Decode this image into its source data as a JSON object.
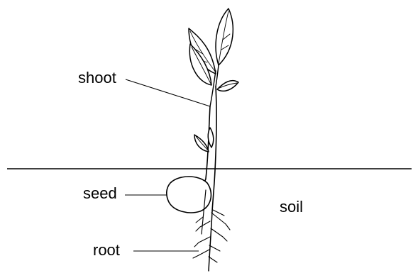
{
  "labels": {
    "shoot": "shoot",
    "seed": "seed",
    "soil": "soil",
    "root": "root"
  },
  "colors": {
    "line": "#000000",
    "background": "#ffffff"
  }
}
